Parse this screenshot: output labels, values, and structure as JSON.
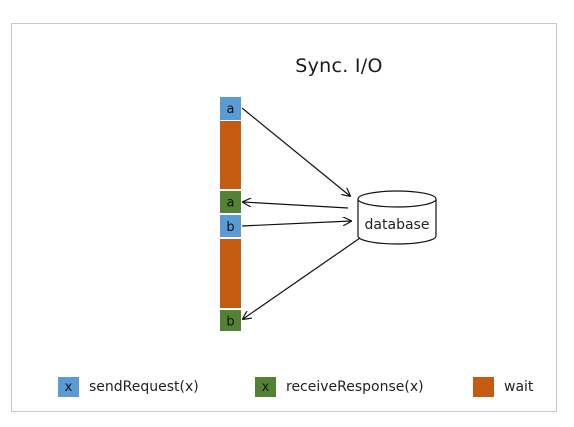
{
  "title": "Sync. I/O",
  "blocks": {
    "send_a": "a",
    "receive_a": "a",
    "send_b": "b",
    "receive_b": "b"
  },
  "database_label": "database",
  "legend": {
    "send": {
      "swatch": "x",
      "label": "sendRequest(x)"
    },
    "receive": {
      "swatch": "x",
      "label": "receiveResponse(x)"
    },
    "wait": {
      "label": "wait"
    }
  },
  "colors": {
    "send": "#5b9bd5",
    "receive": "#548235",
    "wait": "#c55a11"
  }
}
